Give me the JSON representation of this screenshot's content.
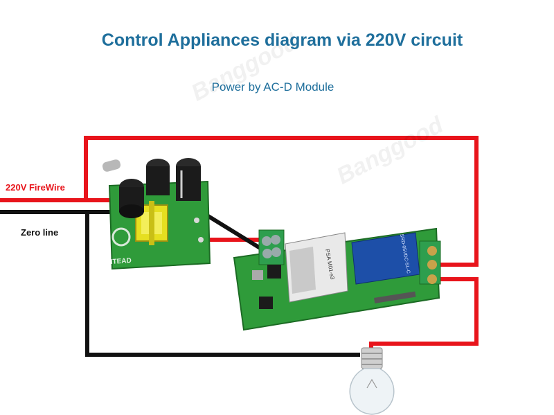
{
  "title": "Control Appliances diagram via 220V circuit",
  "subtitle": "Power by AC-D Module",
  "labels": {
    "fire_wire": "220V FireWire",
    "zero_line": "Zero line"
  },
  "watermark": "Banggood",
  "colors": {
    "title": "#1f6f9c",
    "live_wire": "#e8141b",
    "neutral_wire": "#111111",
    "pcb": "#2f9b3a"
  },
  "components": {
    "power_module": {
      "silkscreen": "ITEAD",
      "icon": "ac-dc-module"
    },
    "relay_board": {
      "icon": "wifi-relay-board",
      "relay_text": "SRD-05VDC-SL-C",
      "module_text": "PSA M01-s3"
    },
    "bulb": {
      "icon": "light-bulb"
    }
  }
}
